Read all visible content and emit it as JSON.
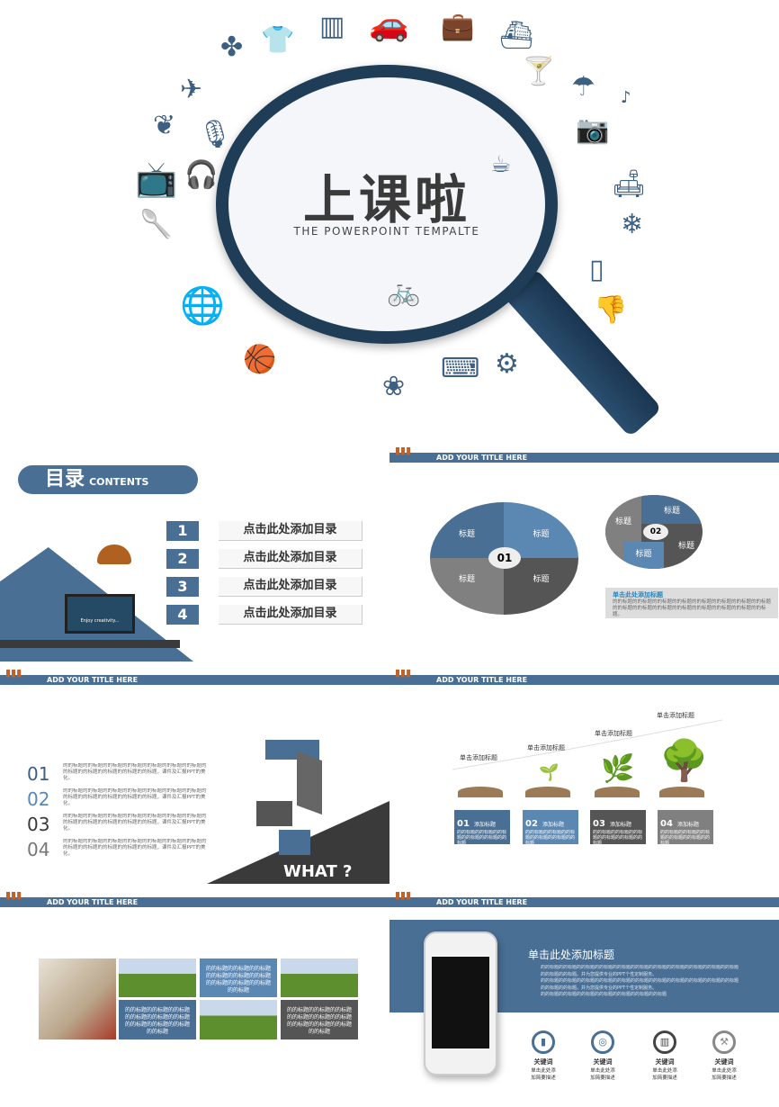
{
  "cover": {
    "title": "上课啦",
    "subtitle": "THE POWERPOINT TEMPALTE",
    "icons": [
      "tshirt-icon",
      "equalizer-icon",
      "car-icon",
      "briefcase-icon",
      "ship-icon",
      "plane-icon",
      "fan-icon",
      "cocktail-icon",
      "umbrella-icon",
      "music-icon",
      "leaf-icon",
      "microphone-icon",
      "tv-icon",
      "headphones-icon",
      "camera-icon",
      "sofa-icon",
      "snowflake-icon",
      "spoon-icon",
      "globe-icon",
      "basketball-icon",
      "gear-icon",
      "bicycle-icon",
      "coffee-icon",
      "thumbs-down-icon",
      "keyboard-icon",
      "lotus-icon"
    ]
  },
  "header_label": "ADD YOUR TITLE HERE",
  "contents": {
    "title_cn": "目录",
    "title_en": "CONTENTS",
    "screen_text": "Enjoy creativity...",
    "items": [
      {
        "num": "1",
        "label": "点击此处添加目录"
      },
      {
        "num": "2",
        "label": "点击此处添加目录"
      },
      {
        "num": "3",
        "label": "点击此处添加目录"
      },
      {
        "num": "4",
        "label": "点击此处添加目录"
      }
    ]
  },
  "gears": {
    "gear1_label": "01",
    "gear2_label": "02",
    "segment_label": "标题",
    "caption_title": "单击此处添加标题",
    "caption_body": "的的标题的的标题的的标题的的标题的的标题的的标题的的标题的的标题的的标题的的标题的的标题的的标题的的标题的的标题的的标题的的标题。"
  },
  "what": {
    "nums": [
      "01",
      "02",
      "03",
      "04"
    ],
    "num_colors": [
      "#3d5f82",
      "#5b87b3",
      "#3a3a3a",
      "#777777"
    ],
    "body": "的的标题的的标题的的标题的的标题的的标题的的标题的的标题的的标题的的标题的的标题的的标题的的标题，课件及汇报PPT的美化。",
    "label": "WHAT ?"
  },
  "growth": {
    "step_title": "单击添加标题",
    "cards": [
      {
        "num": "01",
        "title": "添加标题",
        "color": "#4a6f94"
      },
      {
        "num": "02",
        "title": "添加标题",
        "color": "#5b87b3"
      },
      {
        "num": "03",
        "title": "添加标题",
        "color": "#555555"
      },
      {
        "num": "04",
        "title": "添加标题",
        "color": "#808080"
      }
    ],
    "card_body": "的的标题的的标题的的标题的的标题的的标题的的标题"
  },
  "photos": {
    "text": "的的标题的的标题的的标题的的标题的的标题的的标题的的标题的的标题的的标题的的标题"
  },
  "phone": {
    "title": "单击此处添加标题",
    "bullets": [
      "的的标题的的标题的的标题的的标题的的标题的的标题的的标题的的标题的的标题的的标题的的标题的的标题的的标题。并为您提供专业的PPT个性定制服务。",
      "的的标题的的标题的的标题的的标题的的标题的的标题的的标题的的标题的的标题的的标题的的标题的的标题的的标题。并为您提供专业的PPT个性定制服务。",
      "的的标题的的标题的的标题的的标题的的标题的的标题的的标题"
    ],
    "keywords": [
      {
        "icon": "bar-chart-icon",
        "label": "关键词",
        "desc": "单击此处添加简要描述"
      },
      {
        "icon": "globe-icon",
        "label": "关键词",
        "desc": "单击此处添加简要描述"
      },
      {
        "icon": "book-icon",
        "label": "关键词",
        "desc": "单击此处添加简要描述"
      },
      {
        "icon": "tools-icon",
        "label": "关键词",
        "desc": "单击此处添加简要描述"
      }
    ]
  }
}
